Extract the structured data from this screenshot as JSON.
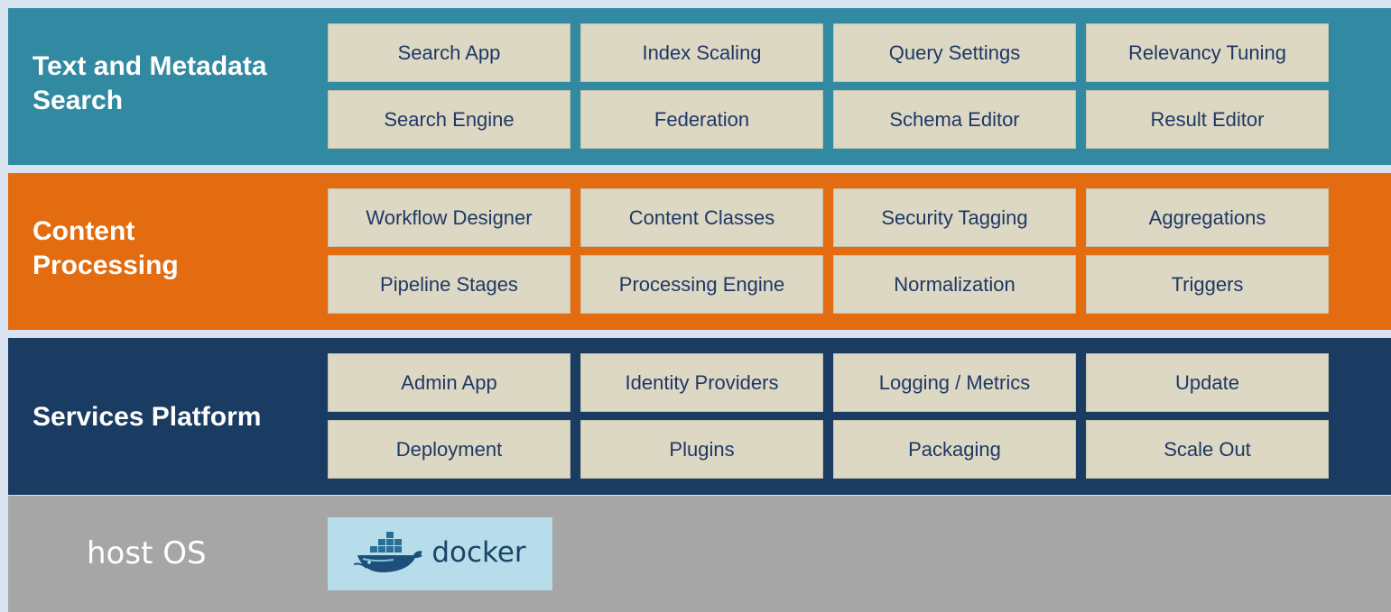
{
  "layers": [
    {
      "title_line1": "Text and Metadata",
      "title_line2": "Search",
      "tiles": [
        "Search App",
        "Index Scaling",
        "Query Settings",
        "Relevancy Tuning",
        "Search Engine",
        "Federation",
        "Schema Editor",
        "Result Editor"
      ]
    },
    {
      "title_line1": "Content",
      "title_line2": "Processing",
      "tiles": [
        "Workflow Designer",
        "Content Classes",
        "Security Tagging",
        "Aggregations",
        "Pipeline Stages",
        "Processing Engine",
        "Normalization",
        "Triggers"
      ]
    },
    {
      "title_line1": "Services Platform",
      "tiles": [
        "Admin App",
        "Identity Providers",
        "Logging / Metrics",
        "Update",
        "Deployment",
        "Plugins",
        "Packaging",
        "Scale Out"
      ]
    }
  ],
  "host": {
    "title": "host OS",
    "docker_logo_text": "docker",
    "docker_icon": "docker-whale-icon"
  },
  "colors": {
    "search_band": "#318aa1",
    "content_band": "#e26c0f",
    "services_band": "#1b3c62",
    "host_band": "#a6a6a6",
    "tile_bg": "#ddd8c4",
    "tile_text": "#1f3864",
    "docker_bg": "#b6dde9"
  }
}
